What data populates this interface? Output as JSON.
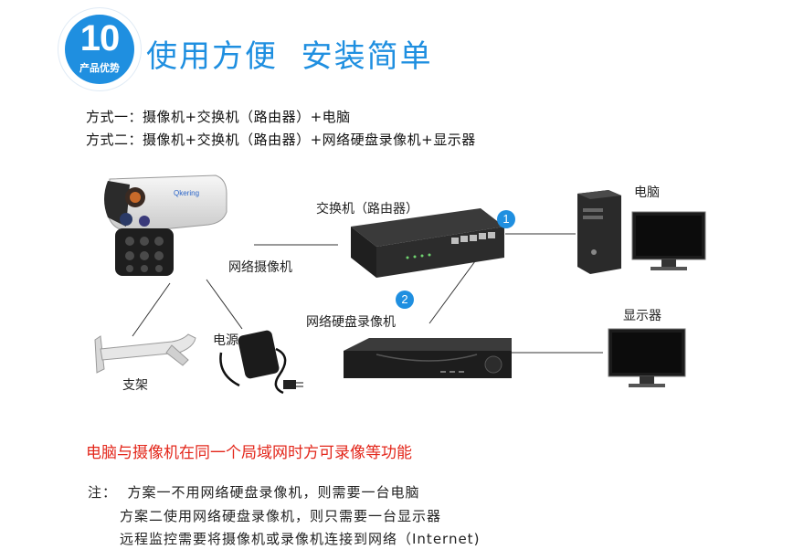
{
  "header": {
    "badge_number": "10",
    "badge_subtitle": "产品优势",
    "headline": "使用方便  安装简单"
  },
  "modes": [
    "方式一：摄像机+交换机（路由器）+电脑",
    "方式二：摄像机+交换机（路由器）+网络硬盘录像机+显示器"
  ],
  "diagram": {
    "switch_label": "交换机（路由器）",
    "camera_label": "网络摄像机",
    "pc_label": "电脑",
    "power_label": "电源",
    "bracket_label": "支架",
    "nvr_label": "网络硬盘录像机",
    "monitor_label": "显示器",
    "circle_1": "1",
    "circle_2": "2",
    "camera_brand": "Qkering"
  },
  "red_note": "电脑与摄像机在同一个局域网时方可录像等功能",
  "notes": [
    "注：  方案一不用网络硬盘录像机，则需要一台电脑",
    "方案二使用网络硬盘录像机，则只需要一台显示器",
    "远程监控需要将摄像机或录像机连接到网络（Internet)"
  ]
}
